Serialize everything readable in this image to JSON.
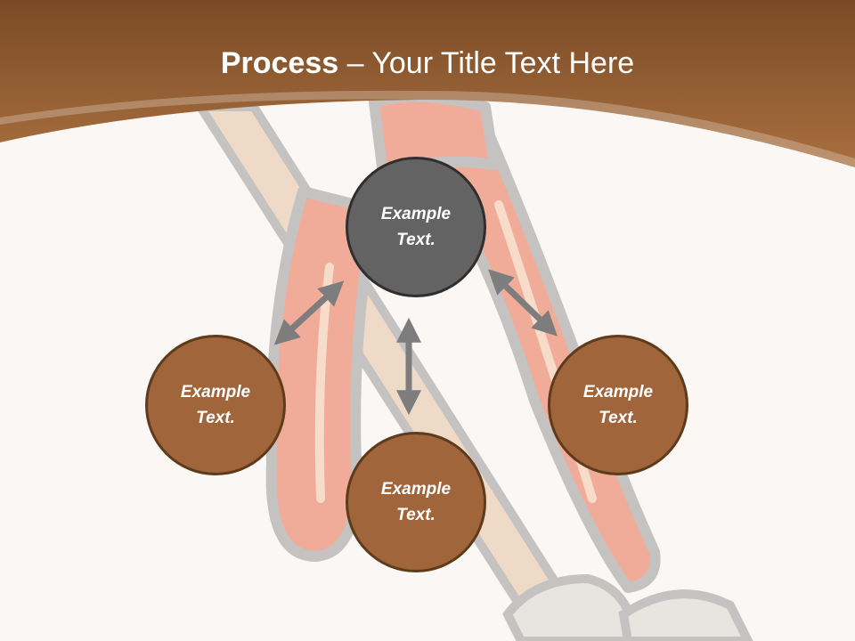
{
  "slide": {
    "title_bold": "Process",
    "title_rest": " – Your Title Text Here"
  },
  "diagram": {
    "nodes": [
      {
        "id": "top",
        "text": "Example Text.",
        "color": "#636363"
      },
      {
        "id": "left",
        "text": "Example Text.",
        "color": "#a0653a"
      },
      {
        "id": "bottom",
        "text": "Example Text.",
        "color": "#a0653a"
      },
      {
        "id": "right",
        "text": "Example Text.",
        "color": "#a0653a"
      }
    ],
    "connectors": [
      {
        "from": "top",
        "to": "left",
        "type": "double-arrow"
      },
      {
        "from": "top",
        "to": "bottom",
        "type": "double-arrow"
      },
      {
        "from": "top",
        "to": "right",
        "type": "double-arrow"
      }
    ]
  },
  "colors": {
    "header": "#9a5f33",
    "background": "#fbf7f4",
    "arrow": "#7d7d7d"
  }
}
